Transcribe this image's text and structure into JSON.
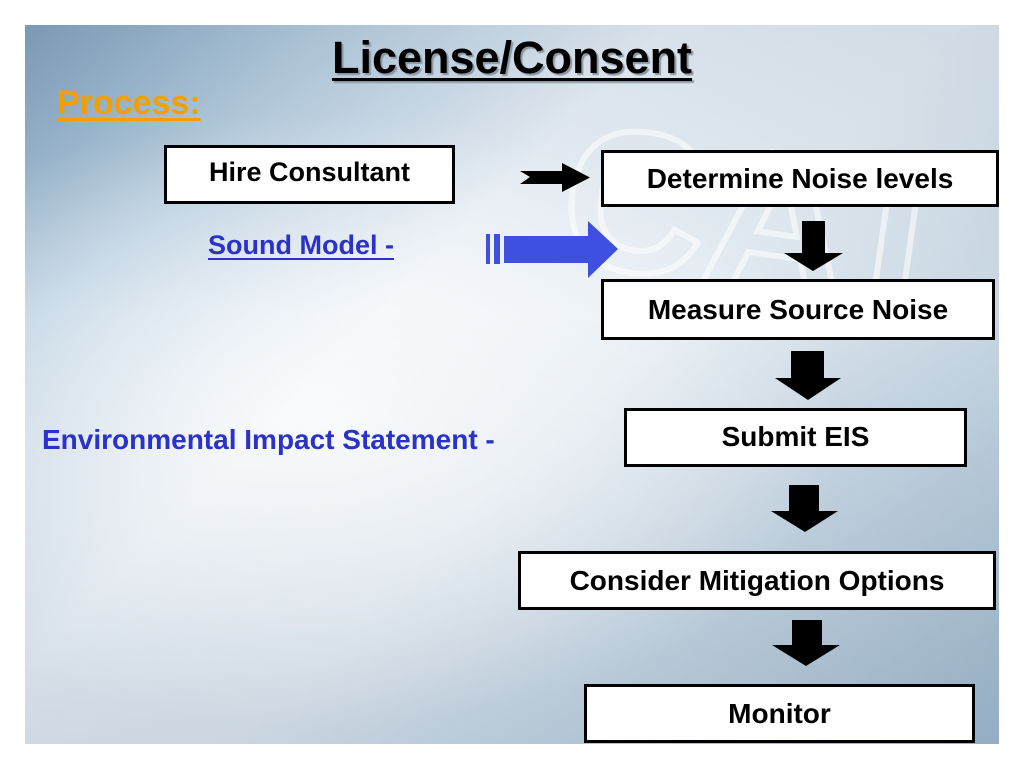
{
  "slide": {
    "title": "License/Consent",
    "subtitle": "Process:",
    "watermark_text": "CAT"
  },
  "boxes": {
    "hire": "Hire Consultant",
    "determine": "Determine Noise levels",
    "measure": "Measure Source Noise",
    "submit": "Submit EIS",
    "mitigation": "Consider Mitigation Options",
    "monitor": "Monitor"
  },
  "labels": {
    "sound_model": "Sound Model - ",
    "eis": "Environmental Impact Statement -"
  },
  "colors": {
    "title": "#000000",
    "subtitle": "#f2a000",
    "blue_label": "#2a32c8",
    "blue_arrow": "#3f4fe0",
    "box_border": "#000000"
  }
}
